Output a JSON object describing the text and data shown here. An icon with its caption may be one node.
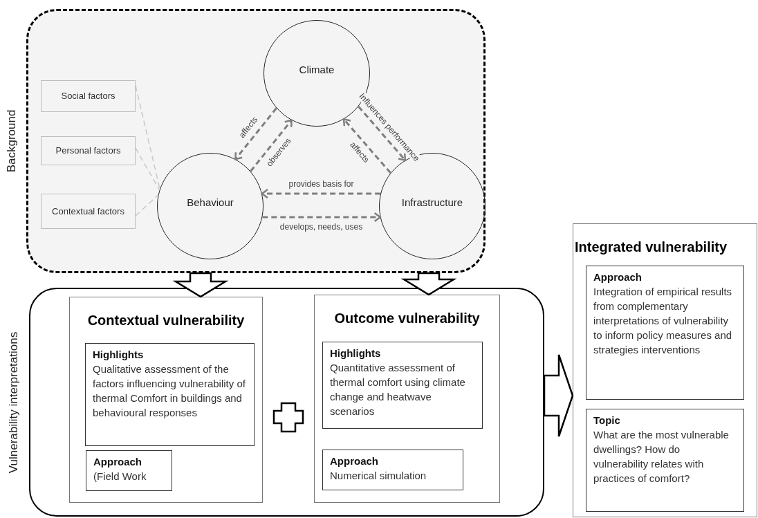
{
  "diagram": {
    "nodes": [
      {
        "text": [
          "Background"
        ]
      },
      {
        "text": [
          "Climate"
        ],
        "in": 0
      },
      {
        "text": [
          "Behaviour"
        ],
        "in": 0
      },
      {
        "text": [
          "Infrastructure"
        ],
        "in": 0
      },
      {
        "text": [
          "Social factors"
        ],
        "in": 0
      },
      {
        "text": [
          "Personal factors"
        ],
        "in": 0
      },
      {
        "text": [
          "Contextual factors"
        ],
        "in": 0
      },
      {
        "text": [
          "Vulnerability interpretations"
        ]
      },
      {
        "text": [
          "Contextual vulnerability"
        ],
        "in": 7
      },
      {
        "text": [
          "Highlights",
          "Qualitative assessment of the factors influencing vulnerability of thermal Comfort in buildings and behavioural responses"
        ],
        "in": 8
      },
      {
        "text": [
          "Approach",
          "(Field Work"
        ],
        "in": 8
      },
      {
        "text": [
          "Outcome vulnerability"
        ],
        "in": 7
      },
      {
        "text": [
          "Highlights",
          "Quantitative assessment of thermal comfort using climate change and heatwave scenarios"
        ],
        "in": 11
      },
      {
        "text": [
          "Approach",
          "Numerical simulation"
        ],
        "in": 11
      },
      {
        "text": [
          "Integrated vulnerability"
        ]
      },
      {
        "text": [
          "Approach",
          "Integration of  empirical results from complementary interpretations of vulnerability to inform policy measures and strategies interventions"
        ],
        "in": 14
      },
      {
        "text": [
          "Topic",
          "What are the most vulnerable dwellings? How do vulnerability relates with practices of comfort?"
        ],
        "in": 14
      }
    ],
    "edges": [
      {
        "from": 1,
        "to": 2,
        "arrow": "to",
        "label": "affects",
        "style": "dashed"
      },
      {
        "from": 2,
        "to": 1,
        "arrow": "to",
        "label": "observes",
        "style": "dashed"
      },
      {
        "from": 1,
        "to": 3,
        "arrow": "to",
        "label": "Influences performance",
        "style": "dashed"
      },
      {
        "from": 3,
        "to": 1,
        "arrow": "to",
        "label": "affects",
        "style": "dashed"
      },
      {
        "from": 3,
        "to": 2,
        "arrow": "to",
        "label": "provides basis for",
        "style": "dashed"
      },
      {
        "from": 2,
        "to": 3,
        "arrow": "to",
        "label": "develops, needs, uses",
        "style": "dashed"
      },
      {
        "from": 4,
        "to": 2,
        "arrow": "none",
        "style": "dashed",
        "color": "#c8c8c8"
      },
      {
        "from": 5,
        "to": 2,
        "arrow": "none",
        "style": "dashed",
        "color": "#c8c8c8"
      },
      {
        "from": 6,
        "to": 2,
        "arrow": "none",
        "style": "dashed",
        "color": "#c8c8c8"
      },
      {
        "from": 0,
        "to": 8,
        "arrow": "to",
        "style": "thick",
        "color": "#000000"
      },
      {
        "from": 0,
        "to": 11,
        "arrow": "to",
        "style": "thick",
        "color": "#000000"
      },
      {
        "from": 7,
        "to": 14,
        "arrow": "to",
        "style": "thick",
        "color": "#000000"
      }
    ]
  }
}
